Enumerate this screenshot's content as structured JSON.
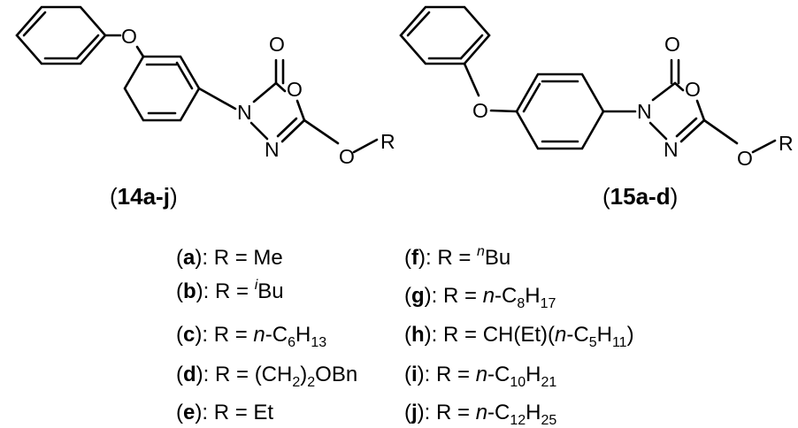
{
  "atoms": {
    "oxygen": "O",
    "nitrogen": "N",
    "r_group": "R"
  },
  "compounds": {
    "left": "14a-j",
    "right": "15a-d"
  },
  "substituents": {
    "a": {
      "letter": "a",
      "prefix": "R = ",
      "value": "Me"
    },
    "b": {
      "letter": "b",
      "prefix": "R = ",
      "sup": "i",
      "value": "Bu"
    },
    "c": {
      "letter": "c",
      "prefix": "R = ",
      "ital": "n",
      "p1": "-C",
      "s1": "6",
      "p2": "H",
      "s2": "13"
    },
    "d": {
      "letter": "d",
      "prefix": "R = ",
      "p1": "(CH",
      "s1": "2",
      "p2": ")",
      "s2": "2",
      "p3": "OBn"
    },
    "e": {
      "letter": "e",
      "prefix": "R = ",
      "value": "Et"
    },
    "f": {
      "letter": "f",
      "prefix": "R = ",
      "sup": "n",
      "value": "Bu"
    },
    "g": {
      "letter": "g",
      "prefix": "R = ",
      "ital": "n",
      "p1": "-C",
      "s1": "8",
      "p2": "H",
      "s2": "17"
    },
    "h": {
      "letter": "h",
      "prefix": "R = ",
      "p0": "CH(Et)(",
      "ital": "n",
      "p1": "-C",
      "s1": "5",
      "p2": "H",
      "s2": "11",
      "p3": ")"
    },
    "i": {
      "letter": "i",
      "prefix": "R = ",
      "ital": "n",
      "p1": "-C",
      "s1": "10",
      "p2": "H",
      "s2": "21"
    },
    "j": {
      "letter": "j",
      "prefix": "R = ",
      "ital": "n",
      "p1": "-C",
      "s1": "12",
      "p2": "H",
      "s2": "25"
    }
  }
}
